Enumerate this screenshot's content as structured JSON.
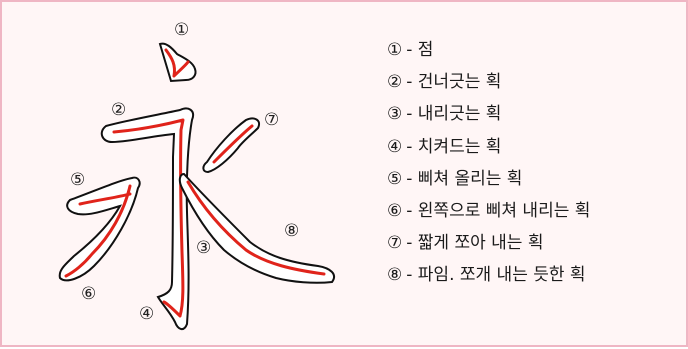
{
  "diagram": {
    "character": "永",
    "stroke_color": "#e0241b",
    "outline_color": "#111111",
    "marker_numbers": [
      "①",
      "②",
      "③",
      "④",
      "⑤",
      "⑥",
      "⑦",
      "⑧"
    ],
    "legend": [
      {
        "marker": "①",
        "text": "- 점"
      },
      {
        "marker": "②",
        "text": "- 건너긋는 획"
      },
      {
        "marker": "③",
        "text": "- 내리긋는 획"
      },
      {
        "marker": "④",
        "text": "- 치켜드는 획"
      },
      {
        "marker": "⑤",
        "text": "- 삐쳐 올리는 획"
      },
      {
        "marker": "⑥",
        "text": "- 왼쪽으로 삐쳐 내리는 획"
      },
      {
        "marker": "⑦",
        "text": "- 짧게 쪼아 내는 획"
      },
      {
        "marker": "⑧",
        "text": "- 파임. 쪼개 내는 듯한 획"
      }
    ]
  }
}
